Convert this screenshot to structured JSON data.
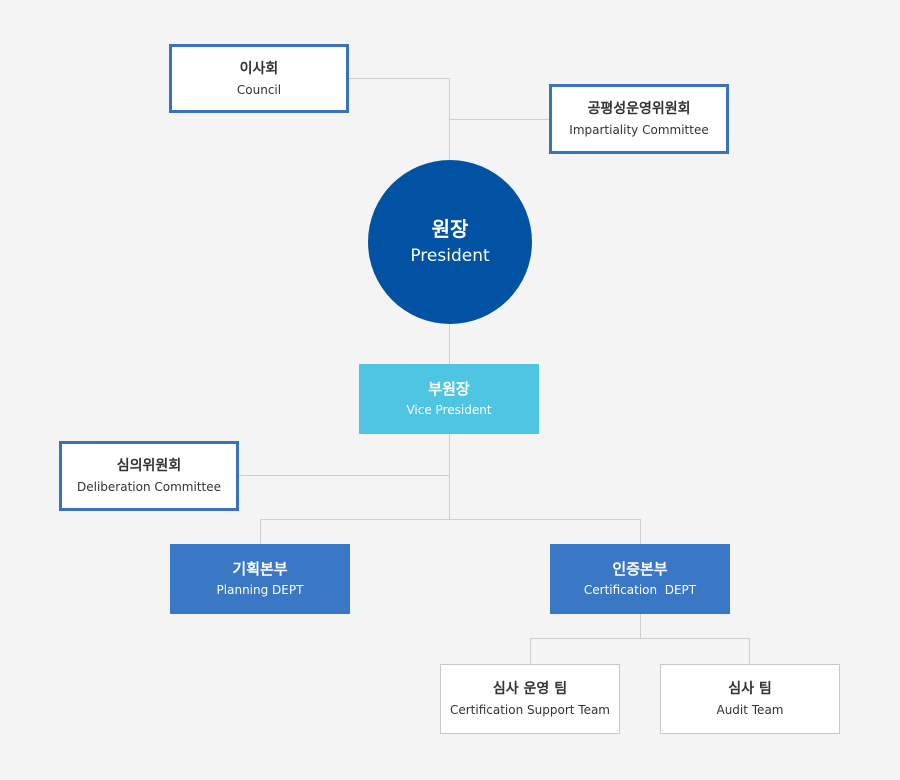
{
  "council": {
    "ko": "이사회",
    "en": "Council"
  },
  "impartiality": {
    "ko": "공평성운영위원회",
    "en": "Impartiality Committee"
  },
  "president": {
    "ko": "원장",
    "en": "President"
  },
  "vice_president": {
    "ko": "부원장",
    "en": "Vice President"
  },
  "deliberation": {
    "ko": "심의위원회",
    "en": "Deliberation Committee"
  },
  "planning": {
    "ko": "기획본부",
    "en": "Planning DEPT"
  },
  "certification": {
    "ko": "인증본부",
    "en": "Certification  DEPT"
  },
  "cert_support_team": {
    "ko": "심사 운영 팀",
    "en": "Certification Support Team"
  },
  "audit_team": {
    "ko": "심사 팀",
    "en": "Audit Team"
  },
  "colors": {
    "president": "#0252a3",
    "vice_president": "#4ec5e3",
    "department": "#3a78c5",
    "committee_border": "#3a73bd",
    "connector": "#cfcfcf",
    "background": "#f4f4f4"
  }
}
